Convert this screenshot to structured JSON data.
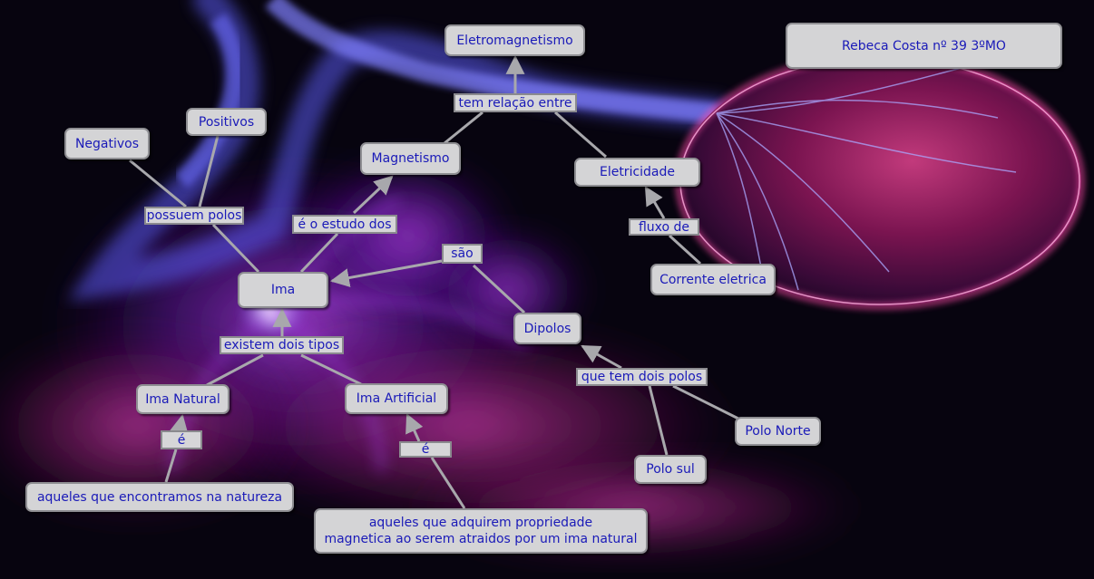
{
  "concept_map": {
    "author": "Rebeca Costa nº 39  3ºMO",
    "concepts": {
      "eletromagnetismo": "Eletromagnetismo",
      "magnetismo": "Magnetismo",
      "eletricidade": "Eletricidade",
      "negativos": "Negativos",
      "positivos": "Positivos",
      "ima": "Ima",
      "corrente": "Corrente eletrica",
      "dipolos": "Dipolos",
      "ima_natural": "Ima Natural",
      "ima_artificial": "Ima Artificial",
      "polo_norte": "Polo Norte",
      "polo_sul": "Polo sul",
      "def_natural": "aqueles que encontramos na natureza",
      "def_artificial": "aqueles que adquirem propriedade\nmagnetica ao serem atraidos por um ima natural"
    },
    "links": {
      "tem_relacao": "tem relação entre",
      "possuem_polos": "possuem polos",
      "estudo": "é o estudo dos",
      "fluxo": "fluxo de",
      "sao": "são",
      "existem": "existem dois tipos",
      "dois_polos": "que tem dois polos",
      "e_natural": "é",
      "e_artificial": "é"
    }
  }
}
